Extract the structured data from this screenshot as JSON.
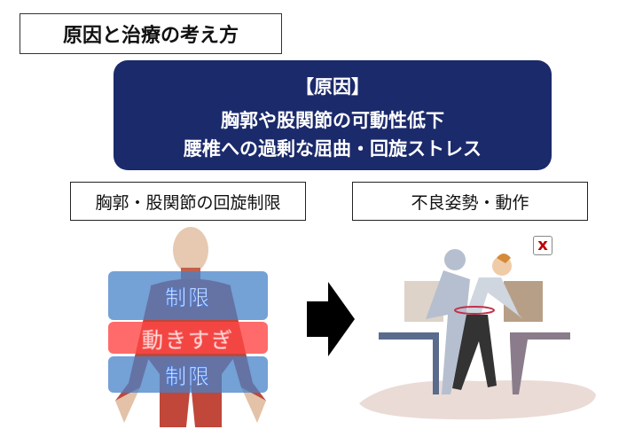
{
  "title": "原因と治療の考え方",
  "cause": {
    "heading": "【原因】",
    "line1": "胸郭や股関節の可動性低下",
    "line2": "腰椎への過剰な屈曲・回旋ストレス"
  },
  "left": {
    "label": "胸郭・股関節の回旋制限",
    "bands": [
      "制限",
      "動きすぎ",
      "制限"
    ]
  },
  "right": {
    "label": "不良姿勢・動作",
    "mark": "x"
  },
  "colors": {
    "navy": "#1b2a6b",
    "limit": "#5b9bd5",
    "excess": "#ff5a5a",
    "bad": "#c00000"
  }
}
